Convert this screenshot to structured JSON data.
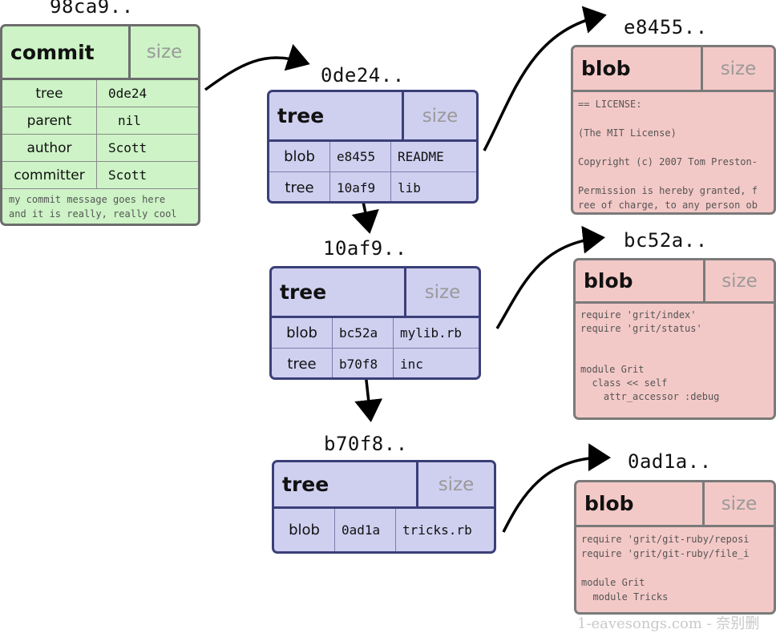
{
  "commit": {
    "hash": "98ca9..",
    "type": "commit",
    "size": "size",
    "fields": [
      {
        "key": "tree",
        "value": "0de24"
      },
      {
        "key": "parent",
        "value": "nil"
      },
      {
        "key": "author",
        "value": "Scott"
      },
      {
        "key": "committer",
        "value": "Scott"
      }
    ],
    "message_lines": [
      "my commit message goes here",
      "and it is really, really cool"
    ]
  },
  "trees": [
    {
      "hash": "0de24..",
      "type": "tree",
      "size": "size",
      "entries": [
        {
          "kind": "blob",
          "hash": "e8455",
          "name": "README"
        },
        {
          "kind": "tree",
          "hash": "10af9",
          "name": "lib"
        }
      ]
    },
    {
      "hash": "10af9..",
      "type": "tree",
      "size": "size",
      "entries": [
        {
          "kind": "blob",
          "hash": "bc52a",
          "name": "mylib.rb"
        },
        {
          "kind": "tree",
          "hash": "b70f8",
          "name": "inc"
        }
      ]
    },
    {
      "hash": "b70f8..",
      "type": "tree",
      "size": "size",
      "entries": [
        {
          "kind": "blob",
          "hash": "0ad1a",
          "name": "tricks.rb"
        }
      ]
    }
  ],
  "blobs": [
    {
      "hash": "e8455..",
      "type": "blob",
      "size": "size",
      "content": "== LICENSE:\n\n(The MIT License)\n\nCopyright (c) 2007 Tom Preston-\n\nPermission is hereby granted, f\nree of charge, to any person ob"
    },
    {
      "hash": "bc52a..",
      "type": "blob",
      "size": "size",
      "content": "require 'grit/index'\nrequire 'grit/status'\n\n\nmodule Grit\n  class << self\n    attr_accessor :debug"
    },
    {
      "hash": "0ad1a..",
      "type": "blob",
      "size": "size",
      "content": "require 'grit/git-ruby/reposi\nrequire 'grit/git-ruby/file_i\n\nmodule Grit\n  module Tricks"
    }
  ],
  "watermark": "1-eavesongs.com - 奈别删",
  "colors": {
    "commit_fill": "#cdf3c6",
    "tree_fill": "#cfcff0",
    "blob_fill": "#f3c9c7",
    "tree_border": "#3a3f78",
    "size_text": "#9a9a9a"
  }
}
